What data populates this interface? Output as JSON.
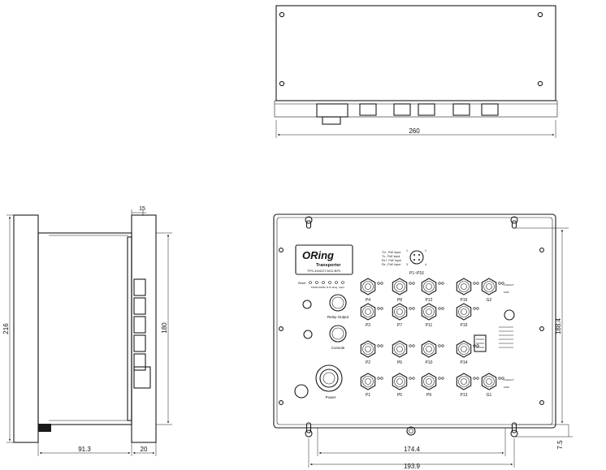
{
  "dimensions": {
    "top_width": "260",
    "side_thickness": "15",
    "side_height_outer": "216",
    "side_height_inner": "180",
    "side_depth": "91.3",
    "side_front": "20",
    "front_height": "188.4",
    "front_foot": "7.5",
    "front_hole_span": "174.4",
    "front_width": "193.9"
  },
  "labels": {
    "brand": "ORing",
    "product": "Transporter",
    "model": "TPS-3162GT-M12-BP2",
    "port_range": "P1~P16",
    "relay": "Relay Output",
    "console": "Console",
    "power": "Power",
    "reset": "Reset",
    "led_labels": [
      "PWR1",
      "PWR2",
      "R.M.",
      "Ring",
      "Fault"
    ],
    "pin_legend": [
      "Tx+, PoE Input",
      "Tx-, PoE Input",
      "Rx+, PoE Input",
      "Rx-, PoE Input"
    ],
    "pin_numbers": [
      "1",
      "2",
      "3",
      "4"
    ],
    "upper_ports": [
      "P4",
      "P8",
      "P12",
      "P16"
    ],
    "row2_ports": [
      "P3",
      "P7",
      "P11",
      "P15"
    ],
    "row3_ports": [
      "P2",
      "P6",
      "P10",
      "P14"
    ],
    "bottom_ports": [
      "P1",
      "P5",
      "P9",
      "P13"
    ],
    "gigabit_ports": [
      "G2",
      "G1"
    ],
    "link_act": "LNK/ACT",
    "speed": "1000"
  }
}
